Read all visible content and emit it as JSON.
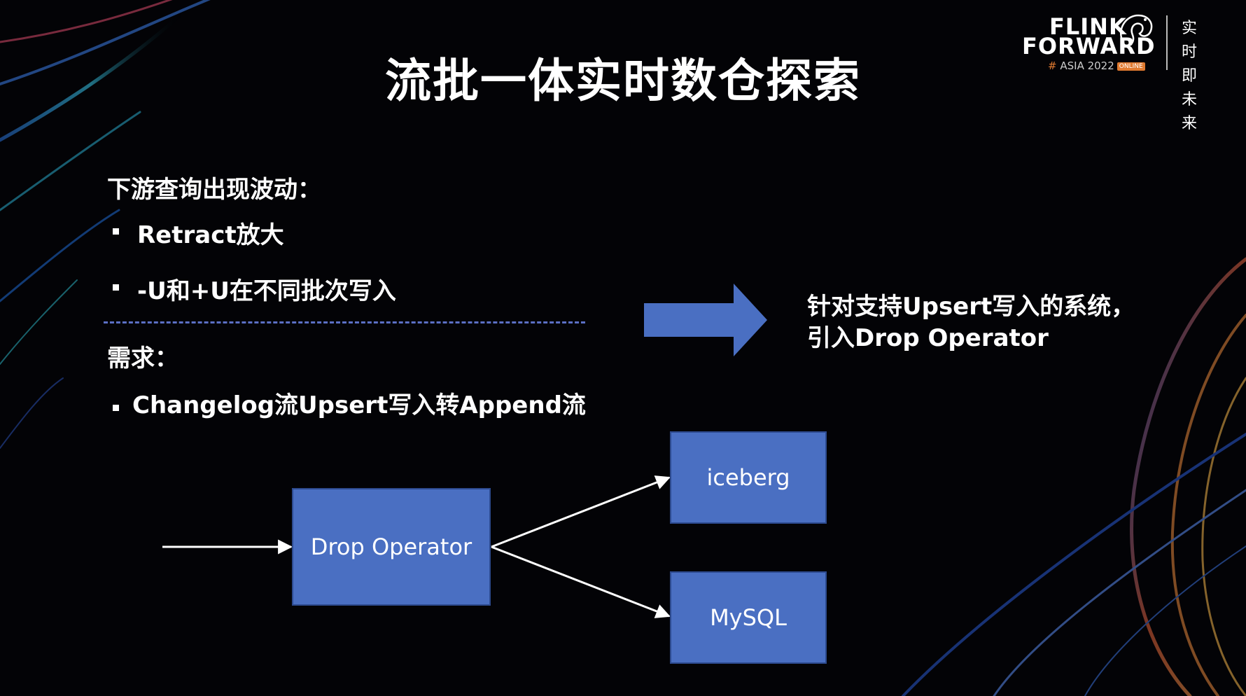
{
  "slide": {
    "title": "流批一体实时数仓探索",
    "section1": {
      "heading": "下游查询出现波动：",
      "bullets": [
        "Retract放大",
        "-U和+U在不同批次写入"
      ]
    },
    "section2": {
      "heading": "需求：",
      "bullets": [
        "Changelog流Upsert写入转Append流"
      ]
    },
    "conclusion": {
      "line1": "针对支持Upsert写入的系统，",
      "line2": "引入Drop Operator"
    },
    "diagram": {
      "operator": "Drop Operator",
      "sinks": [
        "iceberg",
        "MySQL"
      ]
    }
  },
  "logo": {
    "line1": "FLINK",
    "line2": "FORWARD",
    "hash": "#",
    "event": "ASIA 2022",
    "badge": "ONLINE",
    "tagline_1": "实时即",
    "tagline_2": "未来"
  },
  "colors": {
    "box_fill": "#4a6fc2",
    "dash": "#5b6fc4",
    "accent": "#e07a30"
  }
}
